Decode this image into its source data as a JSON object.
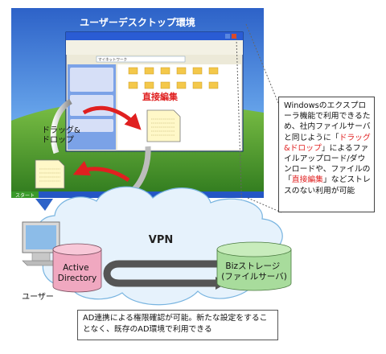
{
  "desktop": {
    "title": "ユーザーデスクトップ環境",
    "explorer_toolbar_text": "マイネットワーク",
    "start_label": "スタート"
  },
  "labels": {
    "drag_drop": "ドラッグ&\nドロップ",
    "direct_edit": "直接編集",
    "vpn": "VPN",
    "user": "ユーザー",
    "active_directory": "Active\nDirectory",
    "biz_storage": "Bizストレージ\n(ファイルサーバ)"
  },
  "callout": {
    "segments": [
      {
        "text": "Windowsのエクスプローラ機能で利用できるため、社内ファイルサーバと同じように「",
        "color": "#111111"
      },
      {
        "text": "ドラッグ&ドロップ",
        "color": "#e02020"
      },
      {
        "text": "」によるファイルアップロード/ダウンロードや、ファイルの「",
        "color": "#111111"
      },
      {
        "text": "直接編集",
        "color": "#e02020"
      },
      {
        "text": "」などストレスのない利用が可能",
        "color": "#111111"
      }
    ]
  },
  "bottom_note": "AD連携による権限確認が可能。新たな設定をすることなく、既存のAD環境で利用できる",
  "colors": {
    "sky": "#3a78d8",
    "grass": "#4f9a2e",
    "cloud": "#e6f2fc",
    "cloud_stroke": "#78b4e0",
    "ad_cylinder": "#f0a8c0",
    "storage_cylinder": "#a8dc9c",
    "accent_red": "#e02020"
  }
}
